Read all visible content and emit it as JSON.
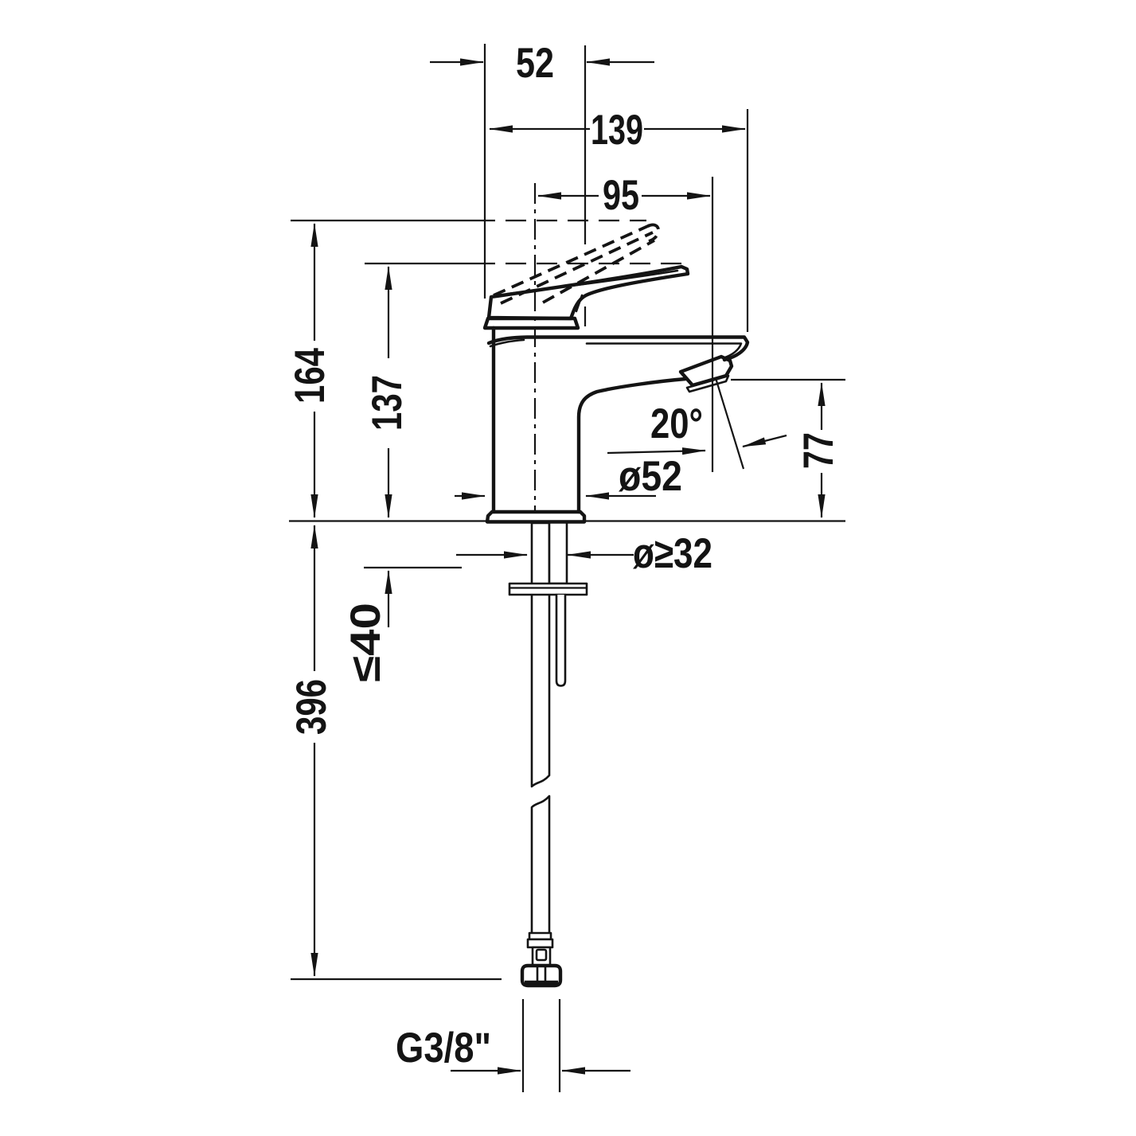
{
  "drawing": {
    "title": "single-lever-basin-mixer-dimension-drawing",
    "colors": {
      "line": "#141414",
      "background": "#ffffff"
    },
    "dimensions": {
      "handle_width": "52",
      "total_projection": "139",
      "spout_reach": "95",
      "total_height": "164",
      "handle_height": "137",
      "spout_height": "77",
      "spout_angle": "20°",
      "base_diameter": "ø52",
      "tap_hole_diameter": "ø≥32",
      "max_deck_thickness": "≤40",
      "hose_length": "396",
      "connection_thread": "G3/8\""
    }
  }
}
